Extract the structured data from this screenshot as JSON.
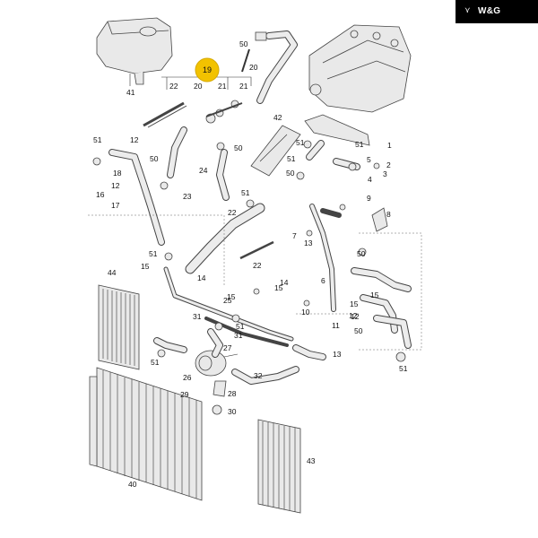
{
  "brand": {
    "logo_glyph": "⋎",
    "text": "W&G"
  },
  "highlight": {
    "number": "19",
    "color": "#f2c200"
  },
  "callouts": [
    "1",
    "2",
    "3",
    "4",
    "5",
    "6",
    "7",
    "8",
    "9",
    "10",
    "11",
    "12",
    "13",
    "14",
    "15",
    "16",
    "17",
    "18",
    "20",
    "21",
    "22",
    "23",
    "24",
    "25",
    "26",
    "27",
    "28",
    "29",
    "30",
    "31",
    "32",
    "40",
    "41",
    "42",
    "43",
    "44",
    "50",
    "51"
  ]
}
